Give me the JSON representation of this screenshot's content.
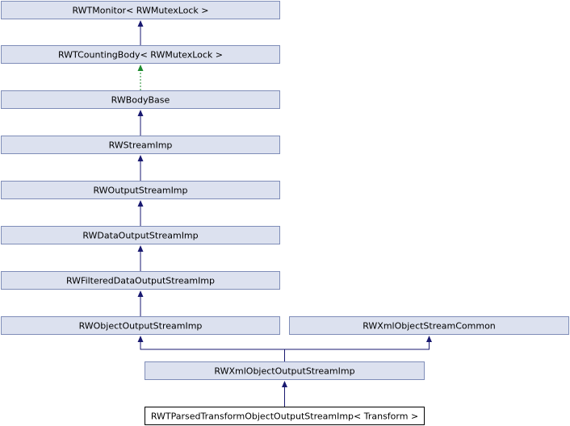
{
  "diagram": {
    "nodes": [
      {
        "id": "rwtmonitor",
        "label": "RWTMonitor< RWMutexLock >"
      },
      {
        "id": "rwtcountingbody",
        "label": "RWTCountingBody< RWMutexLock >"
      },
      {
        "id": "rwbodybase",
        "label": "RWBodyBase"
      },
      {
        "id": "rwstreamimp",
        "label": "RWStreamImp"
      },
      {
        "id": "rwoutputstreamimp",
        "label": "RWOutputStreamImp"
      },
      {
        "id": "rwdataoutputstreamimp",
        "label": "RWDataOutputStreamImp"
      },
      {
        "id": "rwfiltereddataoutputstreamimp",
        "label": "RWFilteredDataOutputStreamImp"
      },
      {
        "id": "rwobjectoutputstreamimp",
        "label": "RWObjectOutputStreamImp"
      },
      {
        "id": "rwxmlobjectstreamcommon",
        "label": "RWXmlObjectStreamCommon"
      },
      {
        "id": "rwxmlobjectoutputstreamimp",
        "label": "RWXmlObjectOutputStreamImp"
      },
      {
        "id": "rwtparsedtransform",
        "label": "RWTParsedTransformObjectOutputStreamImp< Transform >",
        "current": true
      }
    ],
    "edges": [
      {
        "from": "rwtcountingbody",
        "to": "rwtmonitor",
        "style": "solid"
      },
      {
        "from": "rwbodybase",
        "to": "rwtcountingbody",
        "style": "dotted"
      },
      {
        "from": "rwstreamimp",
        "to": "rwbodybase",
        "style": "solid"
      },
      {
        "from": "rwoutputstreamimp",
        "to": "rwstreamimp",
        "style": "solid"
      },
      {
        "from": "rwdataoutputstreamimp",
        "to": "rwoutputstreamimp",
        "style": "solid"
      },
      {
        "from": "rwfiltereddataoutputstreamimp",
        "to": "rwdataoutputstreamimp",
        "style": "solid"
      },
      {
        "from": "rwobjectoutputstreamimp",
        "to": "rwfiltereddataoutputstreamimp",
        "style": "solid"
      },
      {
        "from": "rwxmlobjectoutputstreamimp",
        "to": "rwobjectoutputstreamimp",
        "style": "solid"
      },
      {
        "from": "rwxmlobjectoutputstreamimp",
        "to": "rwxmlobjectstreamcommon",
        "style": "solid"
      },
      {
        "from": "rwtparsedtransform",
        "to": "rwxmlobjectoutputstreamimp",
        "style": "solid"
      }
    ],
    "colors": {
      "node_fill": "#dce1ef",
      "node_border": "#7f8db8",
      "current_node_fill": "#ffffff",
      "current_node_border": "#000000",
      "solid_edge": "#191970",
      "dotted_edge": "#1e8b2e"
    }
  }
}
